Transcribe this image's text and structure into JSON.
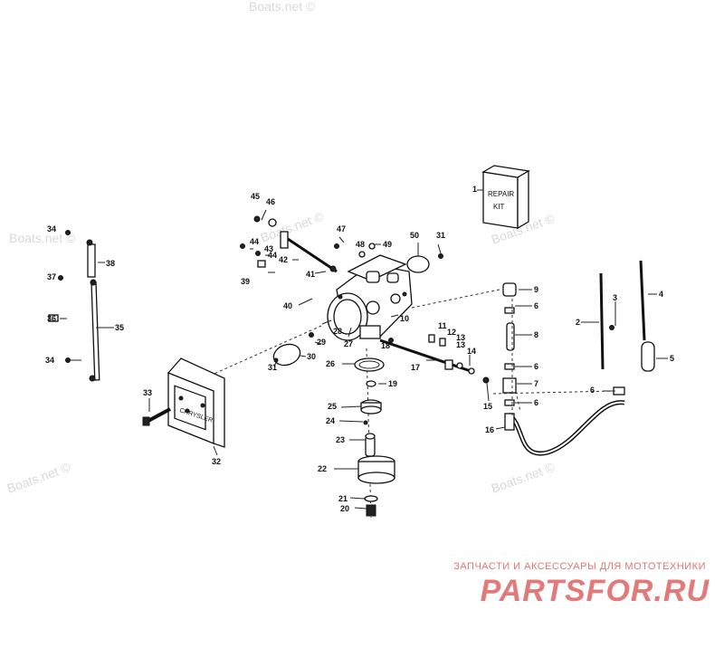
{
  "watermarks": [
    "Boats.net ©",
    "Boats.net ©",
    "Boats.net ©",
    "Boats.net ©",
    "Boats.net ©"
  ],
  "kit_label_line1": "REPAIR",
  "kit_label_line2": "KIT",
  "cover_brand": "CHRYSLER",
  "footer_tagline": "ЗАПЧАСТИ И АКСЕССУАРЫ ДЛЯ МОТОТЕХНИКИ",
  "footer_brand": "PARTSFOR.RU",
  "callouts": [
    "1",
    "2",
    "3",
    "4",
    "5",
    "6",
    "6",
    "6",
    "6",
    "7",
    "8",
    "9",
    "10",
    "11",
    "12",
    "13",
    "13",
    "14",
    "15",
    "16",
    "17",
    "18",
    "19",
    "20",
    "21",
    "22",
    "23",
    "24",
    "25",
    "26",
    "27",
    "28",
    "29",
    "30",
    "31",
    "31",
    "32",
    "33",
    "34",
    "34",
    "35",
    "36",
    "37",
    "38",
    "39",
    "40",
    "41",
    "42",
    "43",
    "44",
    "44",
    "45",
    "46",
    "47",
    "48",
    "49",
    "50"
  ]
}
